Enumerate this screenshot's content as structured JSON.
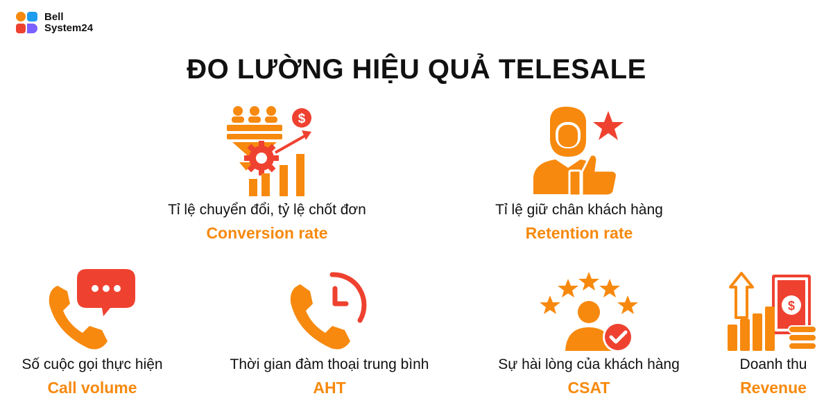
{
  "brand": {
    "name_line1": "Bell",
    "name_line2": "System24"
  },
  "title": "ĐO LƯỜNG HIỆU QUẢ TELESALE",
  "colors": {
    "accent": "#f7890e",
    "red": "#ef4130",
    "dark": "#111111"
  },
  "metrics": [
    {
      "icon": "funnel-growth-icon",
      "vi": "Tỉ lệ chuyển đổi, tỷ lệ chốt đơn",
      "en": "Conversion rate"
    },
    {
      "icon": "thumbs-up-star-icon",
      "vi": "Tỉ lệ giữ chân khách hàng",
      "en": "Retention rate"
    },
    {
      "icon": "phone-chat-icon",
      "vi": "Số cuộc gọi thực hiện",
      "en": "Call volume"
    },
    {
      "icon": "phone-clock-icon",
      "vi": "Thời gian đàm thoại trung bình",
      "en": "AHT"
    },
    {
      "icon": "customer-stars-check-icon",
      "vi": "Sự hài lòng của khách hàng",
      "en": "CSAT"
    },
    {
      "icon": "revenue-chart-icon",
      "vi": "Doanh thu",
      "en": "Revenue"
    }
  ]
}
